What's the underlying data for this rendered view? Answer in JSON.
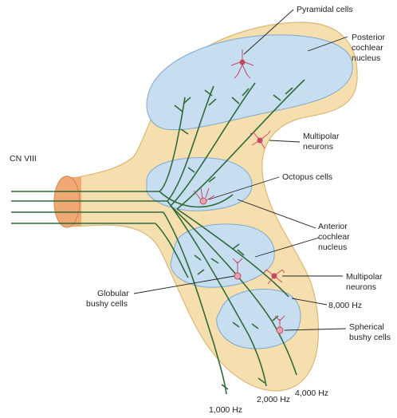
{
  "labels": {
    "pyramidal": "Pyramidal cells",
    "posterior": [
      "Posterior",
      "cochlear",
      "nucleus"
    ],
    "multipolar_top": [
      "Multipolar",
      "neurons"
    ],
    "cn_viii": "CN VIII",
    "octopus": "Octopus cells",
    "anterior": [
      "Anterior",
      "cochlear",
      "nucleus"
    ],
    "multipolar_bottom": [
      "Multipolar",
      "neurons"
    ],
    "globular": [
      "Globular",
      "bushy cells"
    ],
    "hz_8000": "8,000 Hz",
    "spherical": [
      "Spherical",
      "bushy cells"
    ],
    "hz_4000": "4,000 Hz",
    "hz_2000": "2,000 Hz",
    "hz_1000": "1,000 Hz"
  },
  "colors": {
    "tissue": "#f6dfae",
    "tissue_edge": "#d9b779",
    "nucleus": "#c7def1",
    "nucleus_edge": "#7fa8cf",
    "fiber": "#2f6a3a",
    "nerve": "#f0a874",
    "cell": "#c24b62",
    "leader": "#222222"
  }
}
